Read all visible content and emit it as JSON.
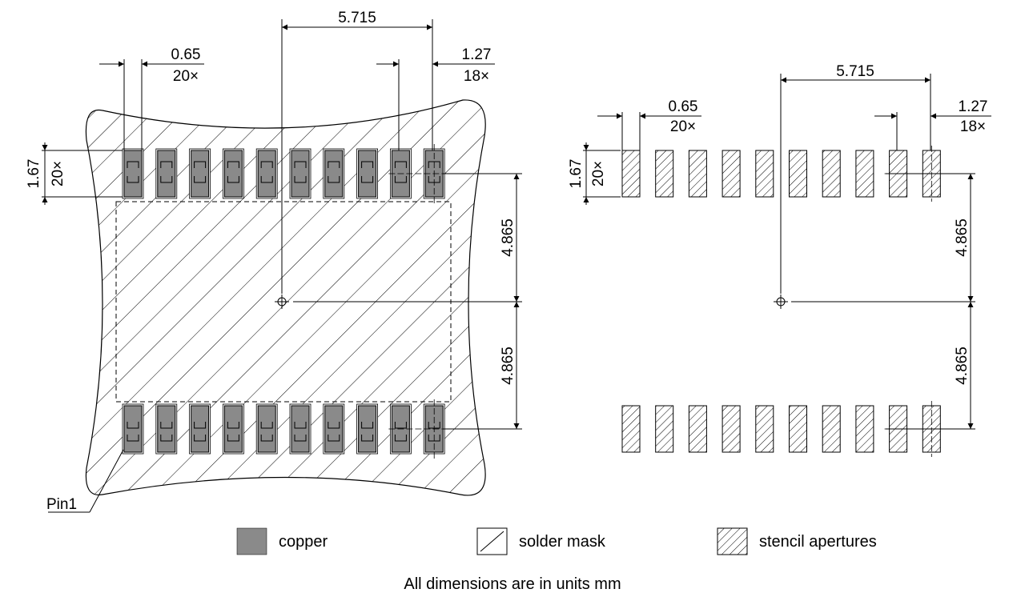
{
  "footprint": {
    "pad_width_label": "0.65",
    "pad_width_count": "20×",
    "pitch_label": "1.27",
    "pitch_count": "18×",
    "span_x_label": "5.715",
    "pad_height_label": "1.67",
    "pad_height_count": "20×",
    "row_offset_top_label": "4.865",
    "row_offset_bottom_label": "4.865",
    "pin1_label": "Pin1",
    "pads_per_row": 10
  },
  "stencil": {
    "pad_width_label": "0.65",
    "pad_width_count": "20×",
    "pitch_label": "1.27",
    "pitch_count": "18×",
    "span_x_label": "5.715",
    "pad_height_label": "1.67",
    "pad_height_count": "20×",
    "row_offset_top_label": "4.865",
    "row_offset_bottom_label": "4.865",
    "pads_per_row": 10
  },
  "legend": {
    "copper": "copper",
    "solder_mask": "solder mask",
    "stencil": "stencil apertures"
  },
  "colors": {
    "copper": "#8a8a8a",
    "line": "#000000"
  },
  "footer_note": "All dimensions are in units mm"
}
